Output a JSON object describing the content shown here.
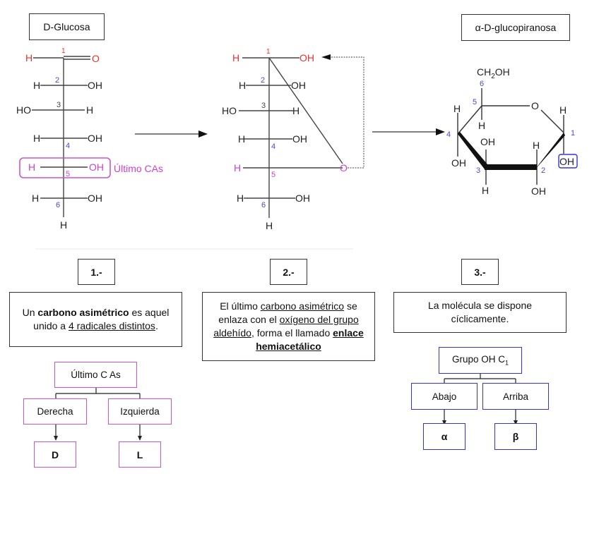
{
  "titles": {
    "glucose": "D-Glucosa",
    "pyranose": "α-D-glucopiranosa"
  },
  "fischer_open": {
    "c1": {
      "num": "1",
      "left": "H",
      "right": "O"
    },
    "c2": {
      "num": "2",
      "left": "H",
      "right": "OH"
    },
    "c3": {
      "num": "3",
      "left": "HO",
      "right": "H"
    },
    "c4": {
      "num": "4",
      "left": "H",
      "right": "OH"
    },
    "c5": {
      "num": "5",
      "left": "H",
      "right": "OH"
    },
    "c6": {
      "num": "6",
      "left": "H",
      "right": "OH"
    },
    "bottom": "H",
    "highlight_label": "Último CAs"
  },
  "fischer_hemiacetal": {
    "c1": {
      "num": "1",
      "left": "H",
      "right": "OH"
    },
    "c2": {
      "num": "2",
      "left": "H",
      "right": "OH"
    },
    "c3": {
      "num": "3",
      "left": "HO",
      "right": "H"
    },
    "c4": {
      "num": "4",
      "left": "H",
      "right": "OH"
    },
    "c5": {
      "num": "5",
      "left": "H",
      "right": "O"
    },
    "c6": {
      "num": "6",
      "left": "H",
      "right": "OH"
    },
    "bottom": "H"
  },
  "haworth": {
    "ch2oh": "CH",
    "ch2oh_sub": "2",
    "ch2oh_tail": "OH",
    "ring_o": "O",
    "nums": [
      "1",
      "2",
      "3",
      "4",
      "5",
      "6"
    ],
    "c1_up": "H",
    "c1_down": "OH",
    "c2_up": "H",
    "c2_down": "OH",
    "c3_up": "OH",
    "c3_down": "H",
    "c4_up": "H",
    "c4_down": "OH",
    "c5_down": "H"
  },
  "steps": [
    {
      "label": "1.-"
    },
    {
      "label": "2.-"
    },
    {
      "label": "3.-"
    }
  ],
  "desc1": {
    "p1": "Un ",
    "b1": "carbono asimétrico",
    "p2": " es aquel unido a ",
    "u1": "4 radicales distintos",
    "p3": "."
  },
  "desc2": {
    "p1": "El último ",
    "u1": "carbono asimétrico",
    "p2": " se enlaza con el ",
    "u2": "oxígeno del grupo aldehído",
    "p3": ", forma el llamado ",
    "bu1": "enlace hemiacetálico"
  },
  "desc3": {
    "text": "La molécula se dispone cíclicamente."
  },
  "tree1": {
    "root": "Último C As",
    "left": "Derecha",
    "right": "Izquierda",
    "left_leaf": "D",
    "right_leaf": "L"
  },
  "tree3": {
    "root": "Grupo OH C",
    "root_sub": "1",
    "left": "Abajo",
    "right": "Arriba",
    "left_leaf": "α",
    "right_leaf": "β"
  },
  "colors": {
    "red": "#e8322e",
    "blue": "#4a4ad8",
    "magenta": "#d040d0",
    "pink_border": "#cc55cc",
    "blue_border": "#3333dd"
  }
}
